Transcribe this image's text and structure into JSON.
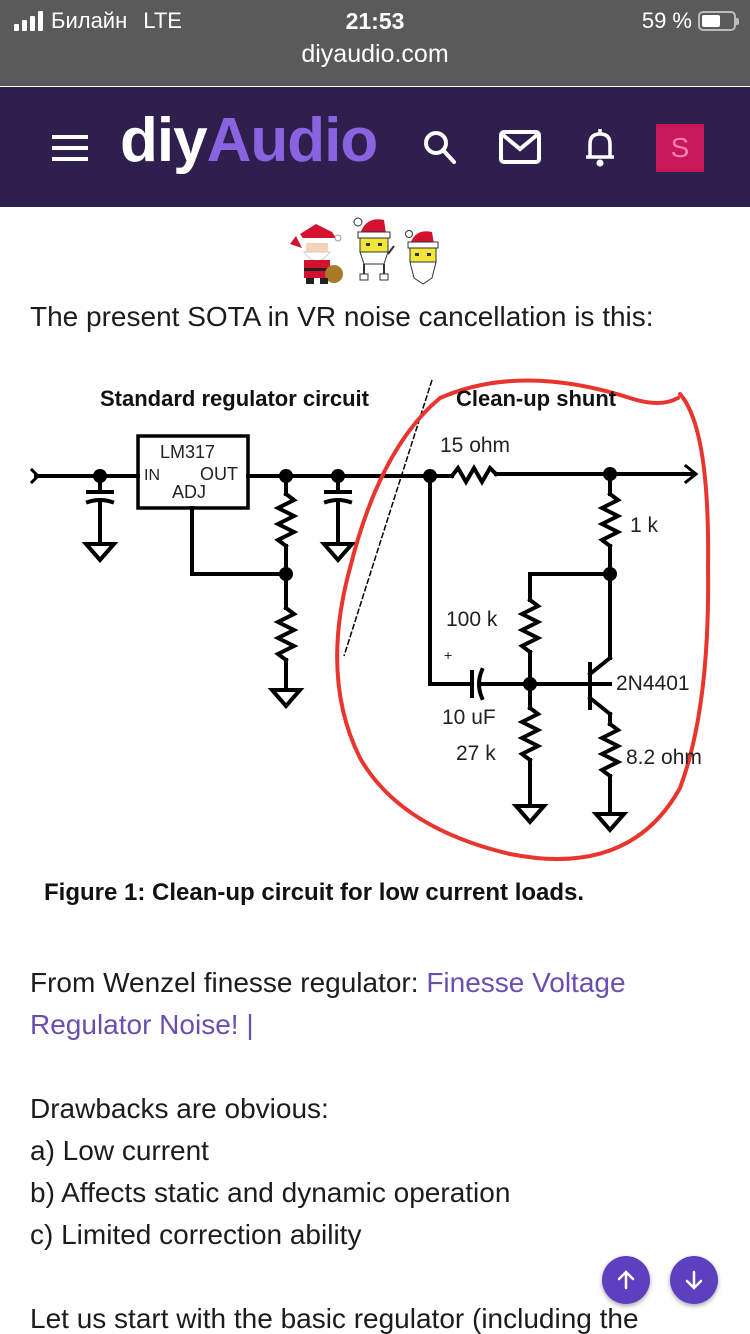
{
  "status_bar": {
    "carrier": "Билайн",
    "network": "LTE",
    "time": "21:53",
    "battery_percent_text": "59 %",
    "battery_level": 0.59
  },
  "browser": {
    "url": "diyaudio.com"
  },
  "header": {
    "logo_part1": "diy",
    "logo_part2": "Audio",
    "avatar_letter": "S",
    "colors": {
      "background": "#2e1f4e",
      "logo_accent": "#8a63e0",
      "avatar_bg": "#c8185a"
    },
    "icons": [
      "menu-icon",
      "search-icon",
      "mail-icon",
      "bell-icon"
    ]
  },
  "post": {
    "smilies": [
      "santa-smiley",
      "santa-hat-smiley",
      "santa-hat-smiley-small"
    ],
    "intro": "The present SOTA in VR noise cancellation is this:",
    "figure": {
      "left_title": "Standard regulator circuit",
      "right_title": "Clean-up shunt",
      "regulator_name": "LM317",
      "pin_in": "IN",
      "pin_out": "OUT",
      "pin_adj": "ADJ",
      "r_series": "15 ohm",
      "r_collector": "1 k",
      "r_bias_top": "100 k",
      "cap_plus": "+",
      "cap_value": "10 uF",
      "r_bias_bottom": "27 k",
      "transistor": "2N4401",
      "r_emitter": "8.2 ohm",
      "caption": "Figure 1: Clean-up circuit for low current loads."
    },
    "source_prefix": "From Wenzel finesse regulator: ",
    "source_link_line1": "Finesse Voltage",
    "source_link_line2": "Regulator Noise! |",
    "drawbacks_title": "Drawbacks are obvious:",
    "drawbacks": [
      "a) Low current",
      "b) Affects static and dynamic operation",
      "c) Limited correction ability"
    ],
    "next_paragraph": "Let us start with the basic regulator (including the"
  },
  "scroll_buttons": {
    "up_icon": "↑",
    "down_icon": "↓",
    "color": "#5d3fbf"
  }
}
